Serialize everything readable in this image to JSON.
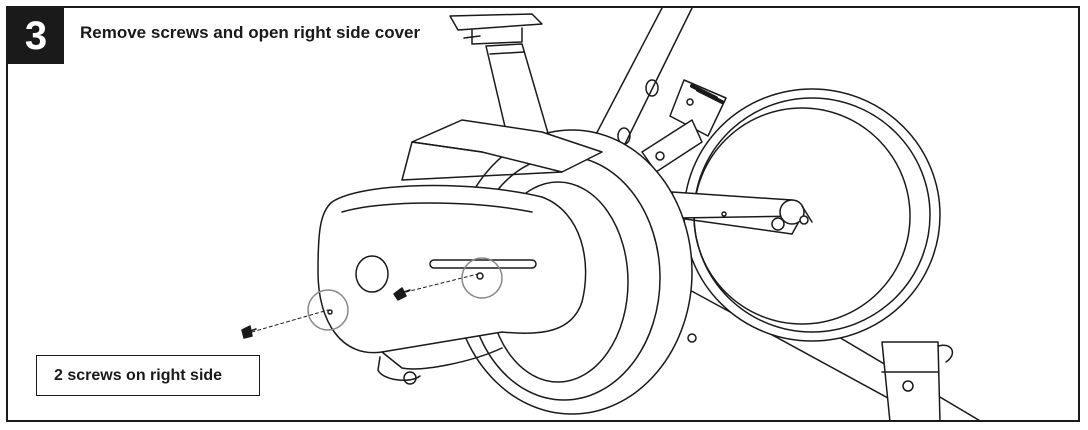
{
  "step": {
    "number": "3",
    "title": "Remove screws and open right side cover"
  },
  "callout": {
    "text": "2 screws on right side"
  },
  "colors": {
    "ink": "#1a1a1a",
    "background": "#ffffff"
  }
}
